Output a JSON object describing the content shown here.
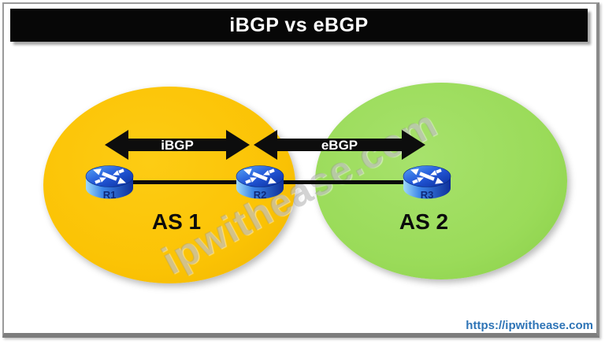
{
  "title": "iBGP vs eBGP",
  "diagram": {
    "as_groups": [
      {
        "label": "AS 1",
        "fill": "#FBC305"
      },
      {
        "label": "AS 2",
        "fill": "#9ADB59"
      }
    ],
    "routers": [
      {
        "label": "R1",
        "as": "AS 1"
      },
      {
        "label": "R2",
        "as": "AS 1"
      },
      {
        "label": "R3",
        "as": "AS 2"
      }
    ],
    "sessions": [
      {
        "label": "iBGP",
        "between": "R1-R2"
      },
      {
        "label": "eBGP",
        "between": "R2-R3"
      }
    ]
  },
  "watermark": {
    "text": "ipwithease.com"
  },
  "footer": {
    "link_text": "https://ipwithease.com",
    "link_color": "#2E74B6"
  },
  "colors": {
    "title_bar": "#070707",
    "as1_yellow": "#FBC305",
    "as2_green": "#9ADB59",
    "arrow_black": "#0d0d0d",
    "router_blue": "#2257D8",
    "link_blue": "#2E74B6"
  }
}
